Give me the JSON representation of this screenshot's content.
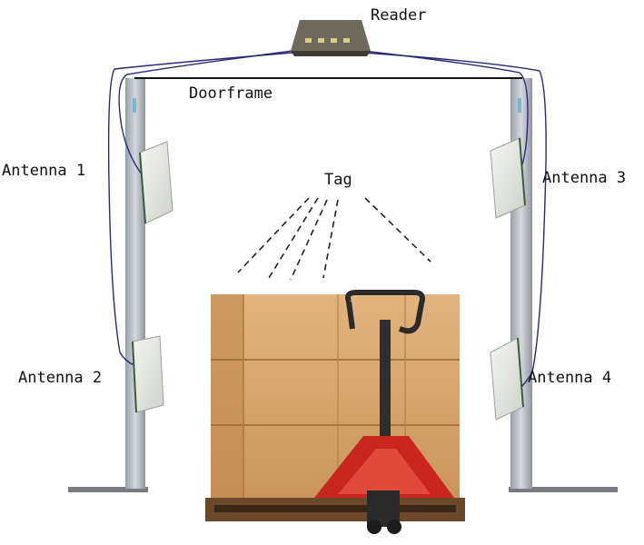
{
  "labels": {
    "reader": "Reader",
    "doorframe": "Doorframe",
    "tag": "Tag",
    "antenna1": "Antenna 1",
    "antenna2": "Antenna 2",
    "antenna3": "Antenna 3",
    "antenna4": "Antenna 4"
  },
  "colors": {
    "cable": "#2a2a7a",
    "frame": "#111111",
    "pillar": "#b9bec6",
    "antenna_panel": "#e6e8e2",
    "box": "#d9a76e",
    "pallet_truck": "#c8261e",
    "handle": "#2a2a2a"
  }
}
